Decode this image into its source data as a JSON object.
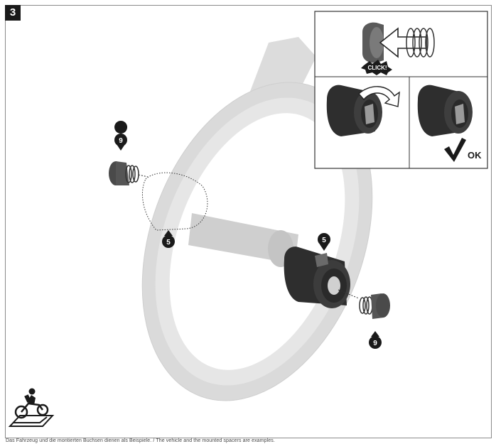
{
  "step": {
    "number": "3"
  },
  "markers": {
    "nut_left": "9",
    "wheel_left": "5",
    "hub_right": "5",
    "nut_right": "9"
  },
  "callouts": {
    "click_label": "CLICK!",
    "ok_label": "OK"
  },
  "footnote": "Das Fahrzeug und die montierten Buchsen dienen als Beispiele. / The vehicle and the mounted spacers are examples.",
  "icons": [
    "motorcycle-rider-icon",
    "spring-icon",
    "rotate-arrow-icon",
    "checkmark-icon"
  ],
  "colors": {
    "wheel": "#d9d9d9",
    "part_dark": "#3a3a3a",
    "marker": "#1a1a1a",
    "frame": "#8a8a8a"
  }
}
